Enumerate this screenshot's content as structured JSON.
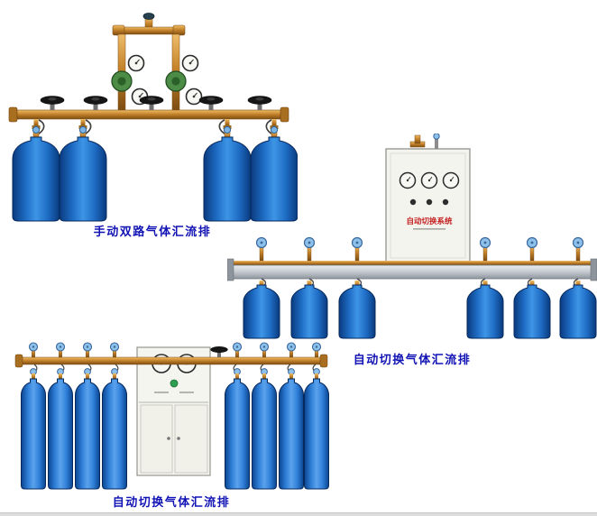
{
  "page": {
    "background": "#ffffff"
  },
  "products": [
    {
      "id": "manual-dual-manifold",
      "caption": "手动双路气体汇流排",
      "cylinder_count": 4
    },
    {
      "id": "auto-switch-manifold-a",
      "caption": "自动切换气体汇流排",
      "cabinet_label": "自动切换系统",
      "cylinder_count": 6
    },
    {
      "id": "auto-switch-manifold-b",
      "caption": "自动切换气体汇流排",
      "cylinder_count": 8
    }
  ],
  "colors": {
    "caption_text": "#1213b5",
    "cylinder_blue": "#1e6cc4",
    "brass_pipe": "#c5832b",
    "rail_silver": "#c3c9ce",
    "cabinet_body": "#f4f4ef",
    "cabinet_label_red": "#c42222",
    "valve_handwheel_blue": "#8ec1ea",
    "valve_handwheel_black": "#161616",
    "regulator_green": "#4c8c47"
  }
}
